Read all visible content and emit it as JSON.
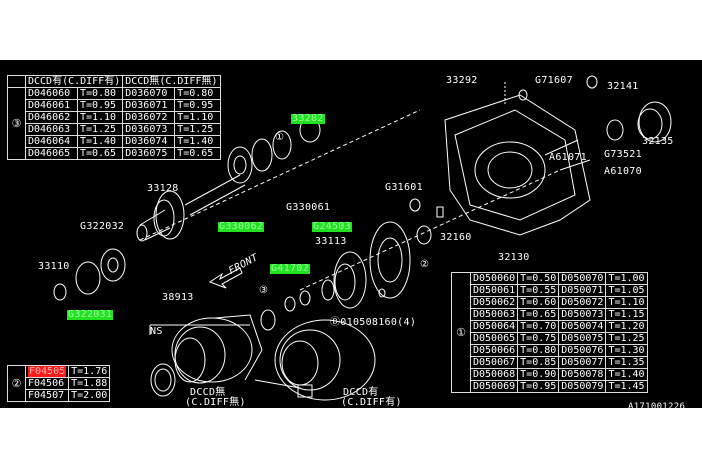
{
  "table3": {
    "marker": "③",
    "headers": [
      "DCCD有(C.DIFF有)",
      "DCCD無(C.DIFF無)"
    ],
    "rows": [
      [
        "D046060",
        "T=0.80",
        "D036070",
        "T=0.80"
      ],
      [
        "D046061",
        "T=0.95",
        "D036071",
        "T=0.95"
      ],
      [
        "D046062",
        "T=1.10",
        "D036072",
        "T=1.10"
      ],
      [
        "D046063",
        "T=1.25",
        "D036073",
        "T=1.25"
      ],
      [
        "D046064",
        "T=1.40",
        "D036074",
        "T=1.40"
      ],
      [
        "D046065",
        "T=0.65",
        "D036075",
        "T=0.65"
      ]
    ]
  },
  "table1": {
    "marker": "①",
    "rows": [
      [
        "D050060",
        "T=0.50",
        "D050070",
        "T=1.00"
      ],
      [
        "D050061",
        "T=0.55",
        "D050071",
        "T=1.05"
      ],
      [
        "D050062",
        "T=0.60",
        "D050072",
        "T=1.10"
      ],
      [
        "D050063",
        "T=0.65",
        "D050073",
        "T=1.15"
      ],
      [
        "D050064",
        "T=0.70",
        "D050074",
        "T=1.20"
      ],
      [
        "D050065",
        "T=0.75",
        "D050075",
        "T=1.25"
      ],
      [
        "D050066",
        "T=0.80",
        "D050076",
        "T=1.30"
      ],
      [
        "D050067",
        "T=0.85",
        "D050077",
        "T=1.35"
      ],
      [
        "D050068",
        "T=0.90",
        "D050078",
        "T=1.40"
      ],
      [
        "D050069",
        "T=0.95",
        "D050079",
        "T=1.45"
      ]
    ]
  },
  "table2": {
    "marker": "②",
    "rows": [
      [
        "F04505",
        "T=1.76"
      ],
      [
        "F04506",
        "T=1.88"
      ],
      [
        "F04507",
        "T=2.00"
      ]
    ]
  },
  "labels": {
    "p33292": "33292",
    "g71607": "G71607",
    "p32141": "32141",
    "p32135": "32135",
    "g73521": "G73521",
    "a61071": "A61071",
    "a61070": "A61070",
    "g31601": "G31601",
    "p32160": "32160",
    "p32130": "32130",
    "p33282": "33282",
    "m1": "①",
    "g330061": "G330061",
    "g330062": "G330062",
    "p33128": "33128",
    "g322032": "G322032",
    "p33110": "33110",
    "g322031": "G322031",
    "g24503": "G24503",
    "p33113": "33113",
    "m2": "②",
    "g41702": "G41702",
    "m3": "③",
    "b010508160": "Ⓑ010508160(4)",
    "p38913": "38913",
    "ns": "NS",
    "front": "FRONT",
    "dccd_none": "DCCD無",
    "cdiff_none": "(C.DIFF無)",
    "dccd_with": "DCCD有",
    "cdiff_with": "(C.DIFF有)",
    "drawing_id": "A171001226"
  },
  "colors": {
    "background": "#000000",
    "line": "#ffffff",
    "highlight_green": "#22e322",
    "highlight_red": "#ff1a1a"
  }
}
